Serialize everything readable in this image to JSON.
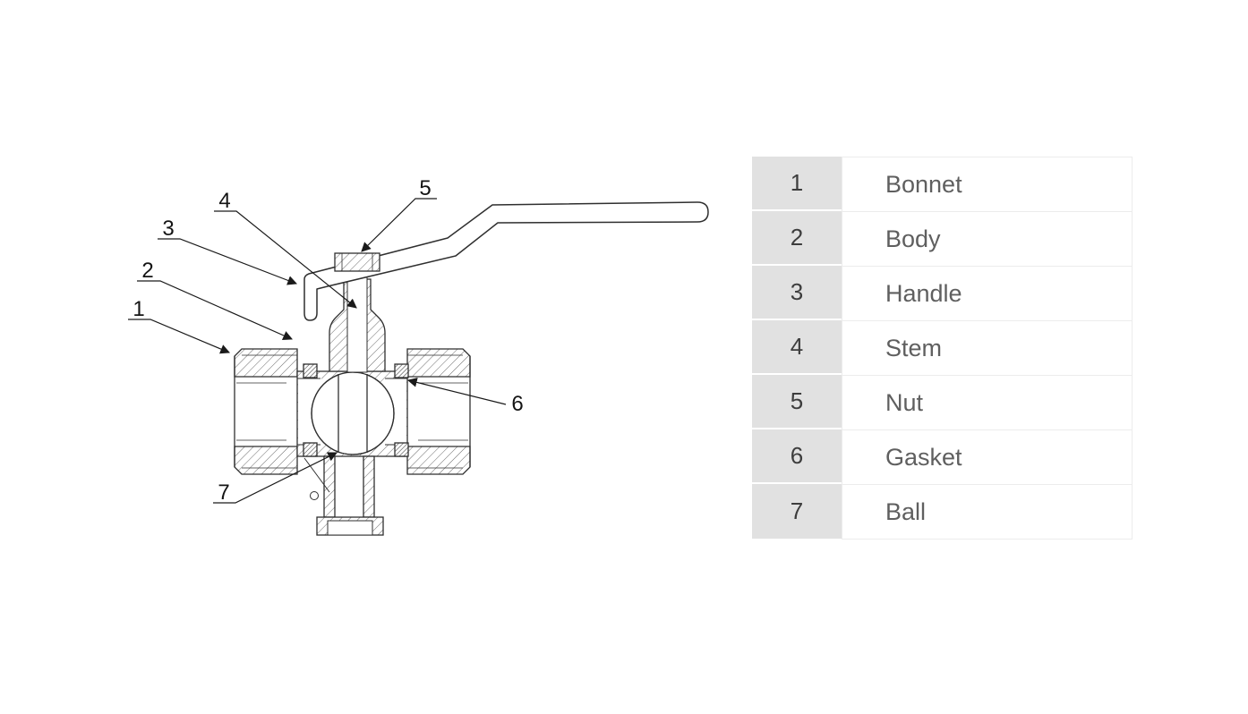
{
  "diagram": {
    "description": "ball-valve-cross-section",
    "line_color": "#2f2f2f",
    "callouts": [
      {
        "num": "1"
      },
      {
        "num": "2"
      },
      {
        "num": "3"
      },
      {
        "num": "4"
      },
      {
        "num": "5"
      },
      {
        "num": "6"
      },
      {
        "num": "7"
      }
    ]
  },
  "parts_table": {
    "rows": [
      {
        "num": "1",
        "label": "Bonnet"
      },
      {
        "num": "2",
        "label": "Body"
      },
      {
        "num": "3",
        "label": "Handle"
      },
      {
        "num": "4",
        "label": "Stem"
      },
      {
        "num": "5",
        "label": "Nut"
      },
      {
        "num": "6",
        "label": "Gasket"
      },
      {
        "num": "7",
        "label": "Ball"
      }
    ],
    "colors": {
      "number_cell_bg": "#e1e1e1",
      "number_text": "#3d3d3d",
      "label_text": "#5f5f5f",
      "label_border": "#ececec"
    }
  }
}
